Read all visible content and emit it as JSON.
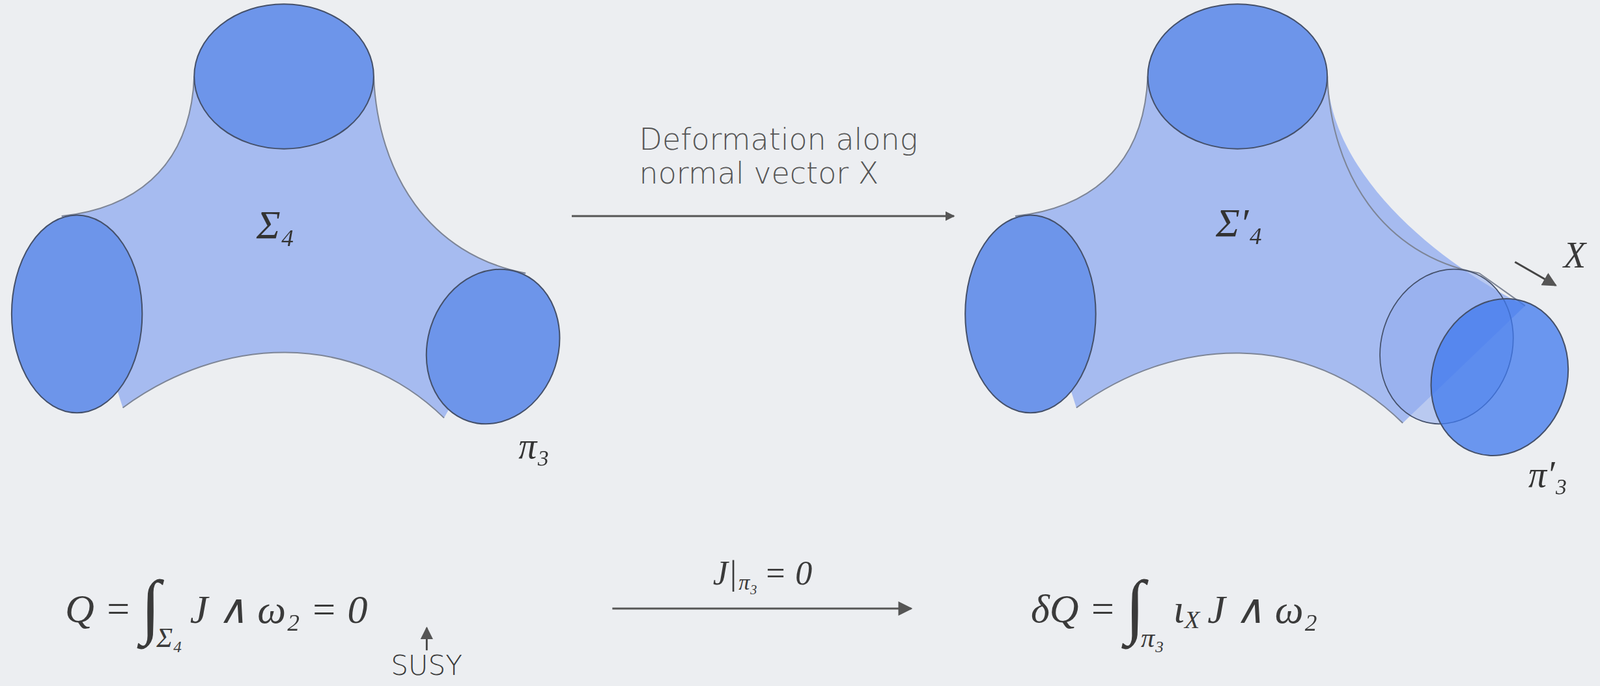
{
  "diagram": {
    "nodes": [
      {
        "text": [
          "Σ₄",
          "π₃"
        ]
      },
      {
        "text": [
          "Σ′₄",
          "π′₃"
        ]
      }
    ],
    "edges": [
      {
        "from": 0,
        "to": 1,
        "arrow": "to",
        "label": "Deformation along normal vector X"
      }
    ],
    "labels": [
      "X",
      "Q =",
      "∫",
      "Σ₄",
      "J ∧ ω₂ = 0",
      "SUSY",
      "J|",
      "π₃",
      "= 0",
      "δQ =",
      "∫",
      "π₃",
      "ι",
      "X",
      "J ∧ ω₂"
    ]
  }
}
